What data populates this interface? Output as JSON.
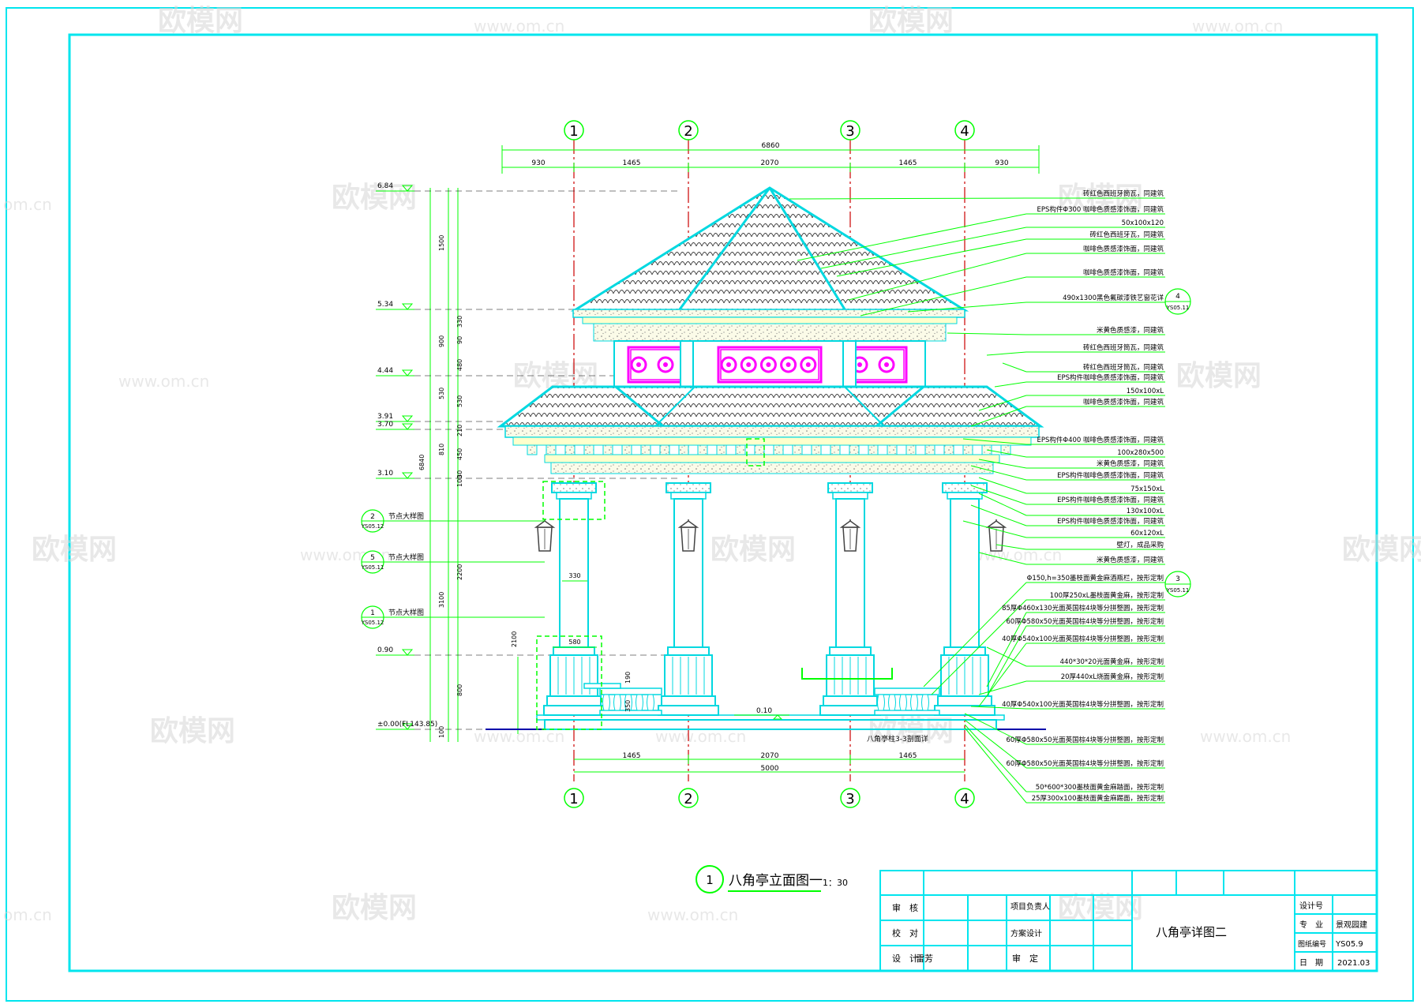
{
  "colors": {
    "frame": "#00e5ee",
    "dim": "#00ff00",
    "axis": "#cc0000",
    "structure": "#00d8e0",
    "ornament": "#ff00ff",
    "tile": "#444444",
    "text": "#000000",
    "trim": "#ffff66"
  },
  "axes": {
    "top_labels": [
      "1",
      "2",
      "3",
      "4"
    ],
    "bottom_labels": [
      "1",
      "2",
      "3",
      "4"
    ]
  },
  "top_dims": {
    "overall": "6860",
    "segments": [
      "930",
      "1465",
      "2070",
      "1465",
      "930"
    ]
  },
  "bottom_dims": {
    "overall": "5000",
    "segments": [
      "1465",
      "2070",
      "1465"
    ]
  },
  "elevations": [
    {
      "label": "6.84"
    },
    {
      "label": "5.34"
    },
    {
      "label": "4.44"
    },
    {
      "label": "3.91"
    },
    {
      "label": "3.70"
    },
    {
      "label": "3.10"
    },
    {
      "label": "0.90"
    },
    {
      "label": "±0.00(FL143.85)"
    }
  ],
  "left_dims": {
    "outer_total": "6840",
    "outer_segments": [
      "1500",
      "900",
      "530",
      "810",
      "3100",
      "100"
    ],
    "inner_segments": [
      "330",
      "90",
      "480",
      "530",
      "210",
      "450",
      "30",
      "100",
      "2200",
      "800"
    ],
    "col_height": "2100",
    "col_width_top": "330",
    "col_width_base": "580",
    "bench_h": "190",
    "bench_h2": "350",
    "floor_level": "0.10"
  },
  "detail_refs": [
    {
      "num": "2",
      "ref": "YS05.12",
      "text": "节点大样图"
    },
    {
      "num": "5",
      "ref": "YS05.11",
      "text": "节点大样图"
    },
    {
      "num": "1",
      "ref": "YS05.12",
      "text": "节点大样图"
    }
  ],
  "right_ref_circles": [
    {
      "num": "4",
      "ref": "YS05.11"
    },
    {
      "num": "3",
      "ref": "YS05.11"
    }
  ],
  "annotations": [
    "砖红色西班牙筒瓦，同建筑",
    "EPS构件Φ300 咖啡色质感漆饰面，同建筑",
    "50x100x120",
    "砖红色西班牙瓦，同建筑",
    "咖啡色质感漆饰面，同建筑",
    "咖啡色质感漆饰面，同建筑",
    "490x1300黑色氟碳漆铁艺窗花详",
    "米黄色质感漆，同建筑",
    "砖红色西班牙筒瓦，同建筑",
    "砖红色西班牙筒瓦，同建筑",
    "EPS构件咖啡色质感漆饰面，同建筑",
    "150x100xL",
    "咖啡色质感漆饰面，同建筑",
    "EPS构件Φ400  咖啡色质感漆饰面，同建筑",
    "100x280x500",
    "米黄色质感漆，同建筑",
    "EPS构件咖啡色质感漆饰面，同建筑",
    "75x150xL",
    "EPS构件咖啡色质感漆饰面，同建筑",
    "130x100xL",
    "EPS构件咖啡色质感漆饰面，同建筑",
    "60x120xL",
    "壁灯，成品采购",
    "米黄色质感漆，同建筑",
    "Φ150,h=350墨枝面黄金麻酒瓶栏，按形定制",
    "100厚250xL墨枝面黄金麻，按形定制",
    "85厚Φ460x130光面英国棕4块等分拼整圆，按形定制",
    "60厚Φ580x50光面英国棕4块等分拼整圆，按形定制",
    "40厚Φ540x100光面英国棕4块等分拼整圆，按形定制",
    "440*30*20光面黄金麻，按形定制",
    "20厚440xL烧面黄金麻，按形定制",
    "40厚Φ540x100光面英国棕4块等分拼整圆，按形定制",
    "60厚Φ580x50光面英国棕4块等分拼整圆，按形定制",
    "60厚Φ580x50光面英国棕4块等分拼整圆，按形定制",
    "50*600*300墨枝面黄金麻踏面，按形定制",
    "25厚300x100墨枝面黄金麻踢面，按形定制"
  ],
  "section_note": "八角亭柱3-3剖面详",
  "drawing_title": {
    "num": "1",
    "name": "八角亭立面图一",
    "scale": "1：30"
  },
  "title_block": {
    "review": "审　核",
    "check": "校　对",
    "design": "设　计",
    "designer": "雷芳",
    "project_leader": "项目负责人",
    "scheme_design": "方案设计",
    "approve": "审　定",
    "sheet_name": "八角亭详图二",
    "design_no": "设计号",
    "discipline": "专　业",
    "discipline_val": "景观园建",
    "drawing_no": "图纸编号",
    "drawing_no_val": "YS05.9",
    "date": "日　期",
    "date_val": "2021.03"
  },
  "watermarks": {
    "brand": "欧模网",
    "url": "www.om.cn",
    "url_short": "om.cn"
  }
}
